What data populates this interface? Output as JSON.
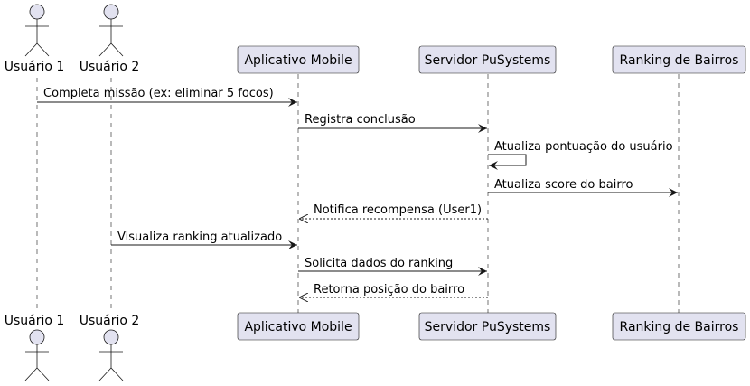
{
  "participants": [
    {
      "id": "u1",
      "label": "Usuário 1",
      "kind": "actor"
    },
    {
      "id": "u2",
      "label": "Usuário 2",
      "kind": "actor"
    },
    {
      "id": "app",
      "label": "Aplicativo Mobile",
      "kind": "participant"
    },
    {
      "id": "srv",
      "label": "Servidor PuSystems",
      "kind": "participant"
    },
    {
      "id": "rank",
      "label": "Ranking de Bairros",
      "kind": "participant"
    }
  ],
  "messages": [
    {
      "from": "u1",
      "to": "app",
      "label": "Completa missão (ex: eliminar 5 focos)",
      "style": "solid"
    },
    {
      "from": "app",
      "to": "srv",
      "label": "Registra conclusão",
      "style": "solid"
    },
    {
      "from": "srv",
      "to": "srv",
      "label": "Atualiza pontuação do usuário",
      "style": "solid"
    },
    {
      "from": "srv",
      "to": "rank",
      "label": "Atualiza score do bairro",
      "style": "solid"
    },
    {
      "from": "srv",
      "to": "app",
      "label": "Notifica recompensa (User1)",
      "style": "dashed"
    },
    {
      "from": "u2",
      "to": "app",
      "label": "Visualiza ranking atualizado",
      "style": "solid"
    },
    {
      "from": "app",
      "to": "srv",
      "label": "Solicita dados do ranking",
      "style": "solid"
    },
    {
      "from": "srv",
      "to": "app",
      "label": "Retorna posição do bairro",
      "style": "dashed"
    }
  ],
  "colors": {
    "box_fill": "#E2E2F0",
    "line": "#181818"
  }
}
